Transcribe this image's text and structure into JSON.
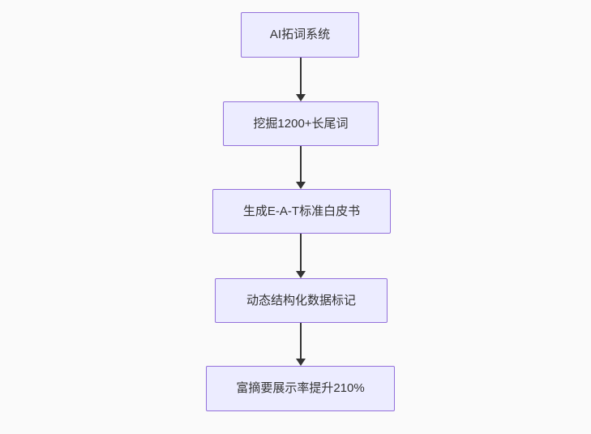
{
  "page": {
    "background_color": "#fafafa"
  },
  "flowchart": {
    "type": "vertical-flow",
    "node_fill_color": "#ECECFF",
    "node_border_color": "#9370DB",
    "text_color": "#333333",
    "arrow_color": "#333333",
    "nodes": [
      {
        "id": "step-1",
        "label": "AI拓词系统"
      },
      {
        "id": "step-2",
        "label": "挖掘1200+长尾词"
      },
      {
        "id": "step-3",
        "label": "生成E-A-T标准白皮书"
      },
      {
        "id": "step-4",
        "label": "动态结构化数据标记"
      },
      {
        "id": "step-5",
        "label": "富摘要展示率提升210%"
      }
    ],
    "edges": [
      {
        "from": "step-1",
        "to": "step-2"
      },
      {
        "from": "step-2",
        "to": "step-3"
      },
      {
        "from": "step-3",
        "to": "step-4"
      },
      {
        "from": "step-4",
        "to": "step-5"
      }
    ]
  }
}
